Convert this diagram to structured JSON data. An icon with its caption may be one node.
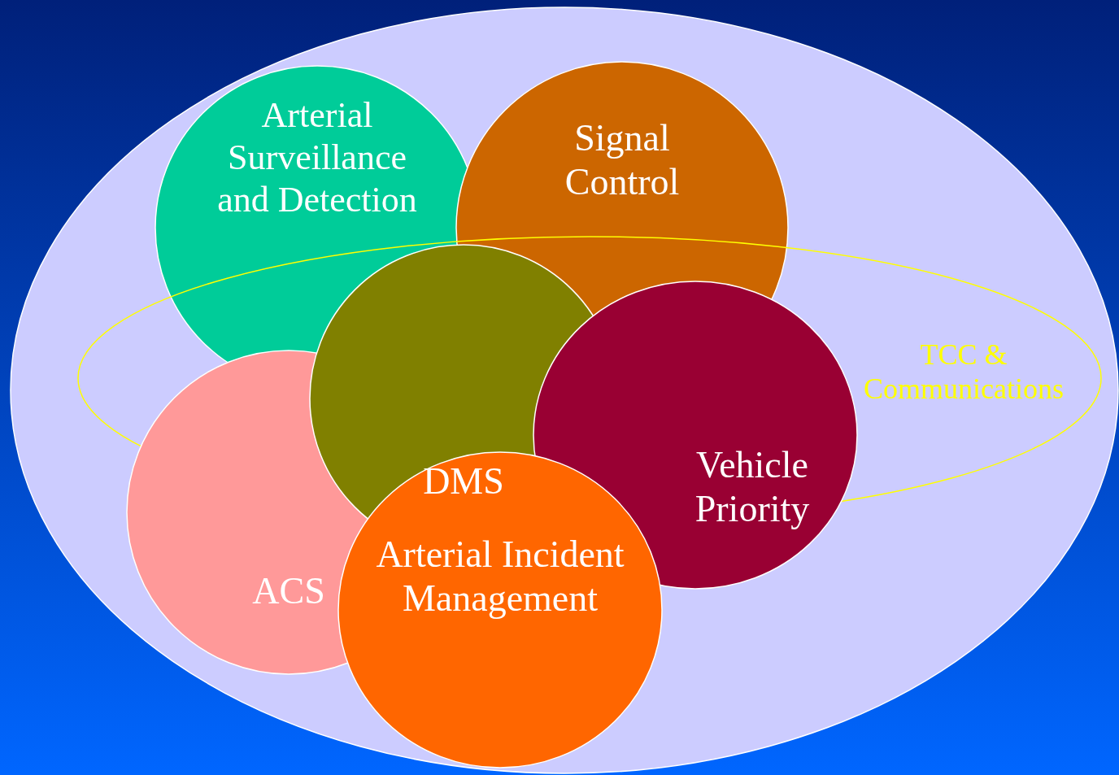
{
  "diagram": {
    "nodes": [
      {
        "text": [],
        "shape": "ellipse"
      },
      {
        "text": [
          "Arterial Surveillance and Detection"
        ],
        "in": 0
      },
      {
        "text": [
          "Signal Control"
        ],
        "in": 0
      },
      {
        "text": [
          "TCC & Communications"
        ],
        "in": 0
      },
      {
        "text": [
          "ACS"
        ],
        "in": 0
      },
      {
        "text": [
          "DMS"
        ],
        "in": 0
      },
      {
        "text": [
          "Vehicle Priority"
        ],
        "in": 0
      },
      {
        "text": [
          "Arterial Incident Management"
        ],
        "in": 0
      }
    ]
  }
}
